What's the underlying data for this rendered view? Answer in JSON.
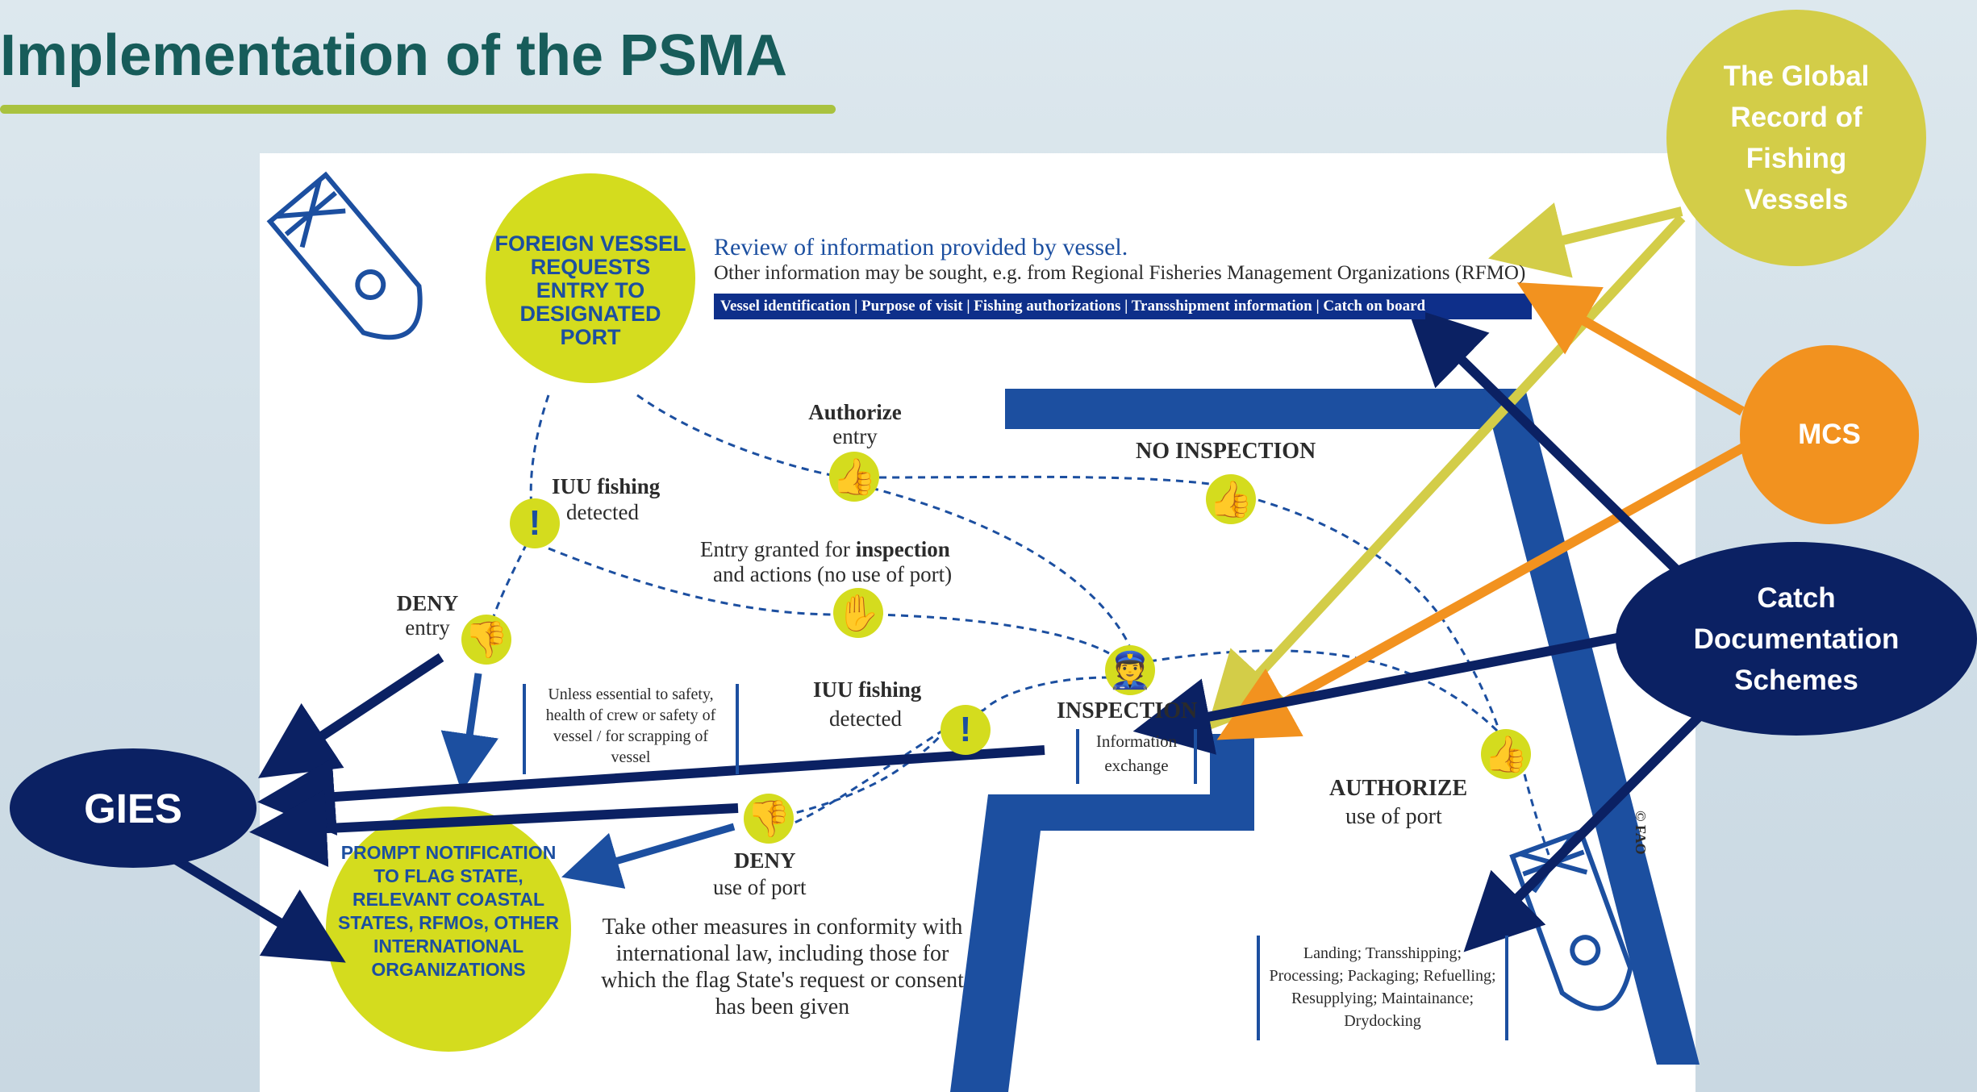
{
  "title": "Implementation of the PSMA",
  "diagram": {
    "start_circle": "FOREIGN VESSEL REQUESTS ENTRY TO DESIGNATED PORT",
    "review_heading": "Review of information provided by vessel.",
    "review_sub": "Other information may be sought, e.g. from Regional Fisheries Management Organizations (RFMO)",
    "info_bar": "Vessel identification | Purpose of visit | Fishing authorizations | Transshipment information | Catch on board",
    "authorize_entry_1": "Authorize",
    "authorize_entry_2": "entry",
    "no_inspection": "NO INSPECTION",
    "iuu_detected_1_a": "IUU fishing",
    "iuu_detected_1_b": "detected",
    "entry_granted_a": "Entry granted for ",
    "entry_granted_b": "inspection",
    "entry_granted_c": "and actions (no use of port)",
    "deny_entry_a": "DENY",
    "deny_entry_b": "entry",
    "unless_essential": "Unless essential to safety, health of crew or safety of vessel / for scrapping of vessel",
    "iuu_detected_2_a": "IUU fishing",
    "iuu_detected_2_b": "detected",
    "inspection": "INSPECTION",
    "information_exchange": "Information exchange",
    "authorize_port_a": "AUTHORIZE",
    "authorize_port_b": "use of port",
    "deny_port_a": "DENY",
    "deny_port_b": "use of port",
    "prompt_notification": "PROMPT NOTIFICATION TO FLAG STATE, RELEVANT COASTAL STATES, RFMOs, OTHER INTERNATIONAL ORGANIZATIONS",
    "other_measures": "Take other measures in conformity with international law, including those for which the flag State's request or consent has been given",
    "port_activities": "Landing; Transshipping; Processing; Packaging; Refuelling; Resupplying; Maintainance; Drydocking",
    "copyright": "© FAO"
  },
  "callouts": {
    "global_record": "The Global Record of Fishing Vessels",
    "mcs": "MCS",
    "catch_doc": "Catch Documentation Schemes",
    "gies": "GIES"
  },
  "colors": {
    "title": "#175c5a",
    "underline": "#a9c23f",
    "diagram_blue": "#1c4fa0",
    "yellow": "#d4dc1e",
    "global_record": "#d3cd48",
    "mcs": "#f2921f",
    "navy": "#0b2163"
  },
  "icons": [
    "boat-icon",
    "thumbs-up-icon",
    "thumbs-down-icon",
    "alert-icon",
    "stop-hand-icon",
    "inspector-icon"
  ]
}
